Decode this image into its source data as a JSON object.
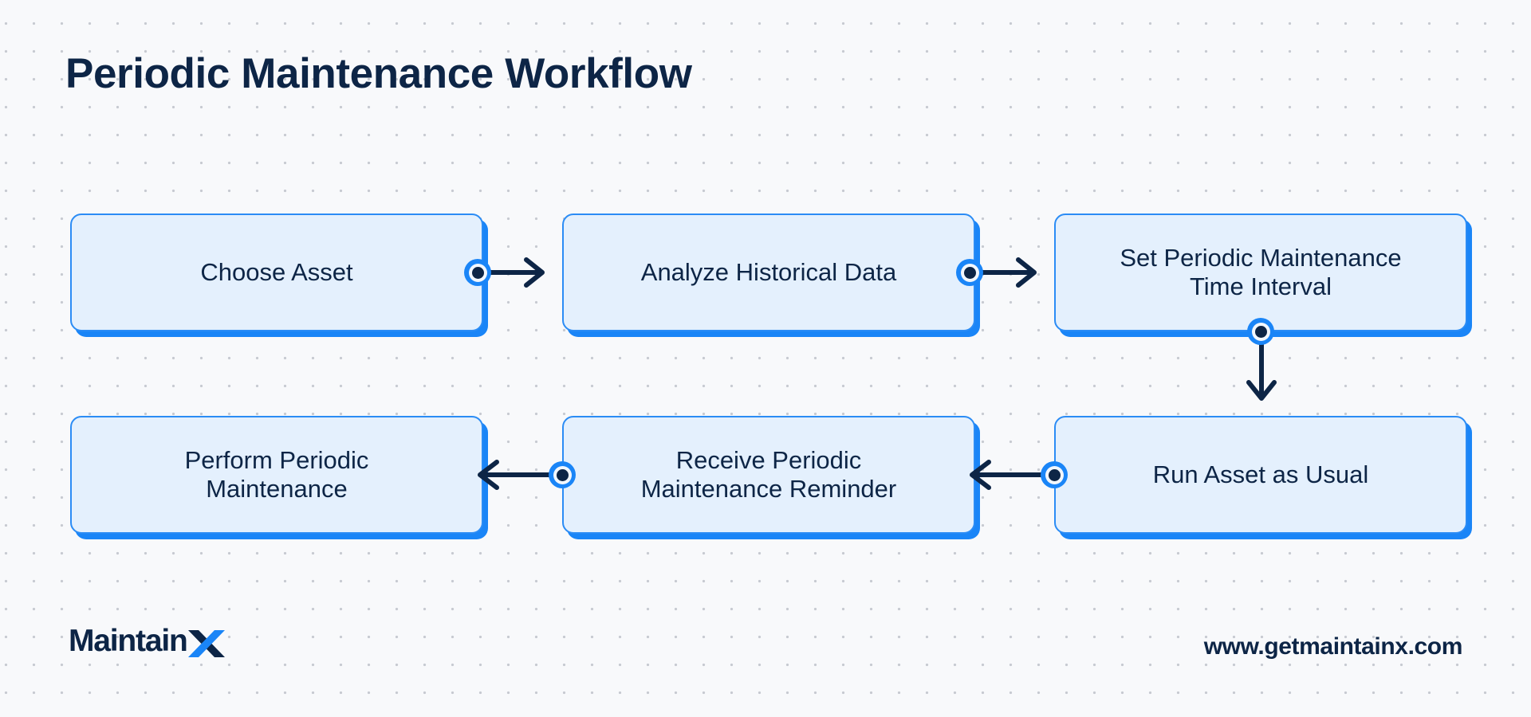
{
  "page": {
    "title": "Periodic Maintenance Workflow",
    "background_color": "#f8f9fb",
    "dot_color": "#c7cad1"
  },
  "theme": {
    "navy": "#0d2546",
    "blue": "#1a85f7",
    "box_fill": "#e4f0fd",
    "box_border": "#2b8cf5"
  },
  "diagram": {
    "type": "flowchart",
    "nodes": [
      {
        "id": "choose-asset",
        "label": "Choose Asset",
        "row": 1,
        "col": 1
      },
      {
        "id": "analyze-data",
        "label": "Analyze Historical Data",
        "row": 1,
        "col": 2
      },
      {
        "id": "set-interval",
        "label": "Set Periodic Maintenance\nTime Interval",
        "row": 1,
        "col": 3
      },
      {
        "id": "perform-maintenance",
        "label": "Perform Periodic\nMaintenance",
        "row": 2,
        "col": 1
      },
      {
        "id": "receive-reminder",
        "label": "Receive Periodic\nMaintenance Reminder",
        "row": 2,
        "col": 2
      },
      {
        "id": "run-asset",
        "label": "Run Asset as Usual",
        "row": 2,
        "col": 3
      }
    ],
    "edges": [
      {
        "from": "choose-asset",
        "to": "analyze-data",
        "direction": "right"
      },
      {
        "from": "analyze-data",
        "to": "set-interval",
        "direction": "right"
      },
      {
        "from": "set-interval",
        "to": "run-asset",
        "direction": "down"
      },
      {
        "from": "run-asset",
        "to": "receive-reminder",
        "direction": "left"
      },
      {
        "from": "receive-reminder",
        "to": "perform-maintenance",
        "direction": "left"
      }
    ]
  },
  "footer": {
    "logo_word": "Maintain",
    "logo_mark": "X",
    "url": "www.getmaintainx.com"
  }
}
